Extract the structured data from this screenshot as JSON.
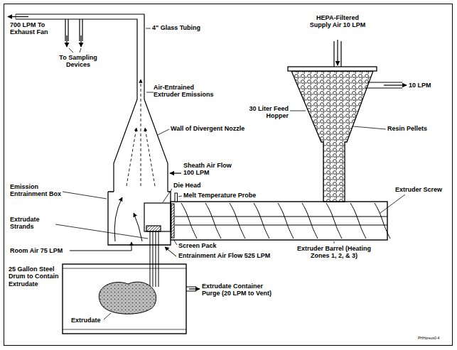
{
  "diagram": {
    "labels": [
      "700 LPM To Exhaust Fan",
      "4\" Glass Tubing",
      "HEPA-Filtered Supply Air 10 LPM",
      "To Sampling Devices",
      "Air-Entrained Extruder Emissions",
      "Wall of Divergent Nozzle",
      "30 Liter Feed Hopper",
      "10 LPM",
      "Resin Pellets",
      "Sheath Air Flow 100 LPM",
      "Emission Entrainment Box",
      "Die Head",
      "Melt Temperature Probe",
      "Extrudate Strands",
      "Extruder Screw",
      "Screen Pack",
      "Room Air 75 LPM",
      "Entrainment Air Flow 525 LPM",
      "Extruder Barrel (Heating Zones 1, 2, & 3)",
      "25 Gallon Steel Drum to Contain Extrudate",
      "Extrudate",
      "Extrudate Container Purge (20 LPM to Vent)",
      "PHHoreus0-4"
    ]
  }
}
